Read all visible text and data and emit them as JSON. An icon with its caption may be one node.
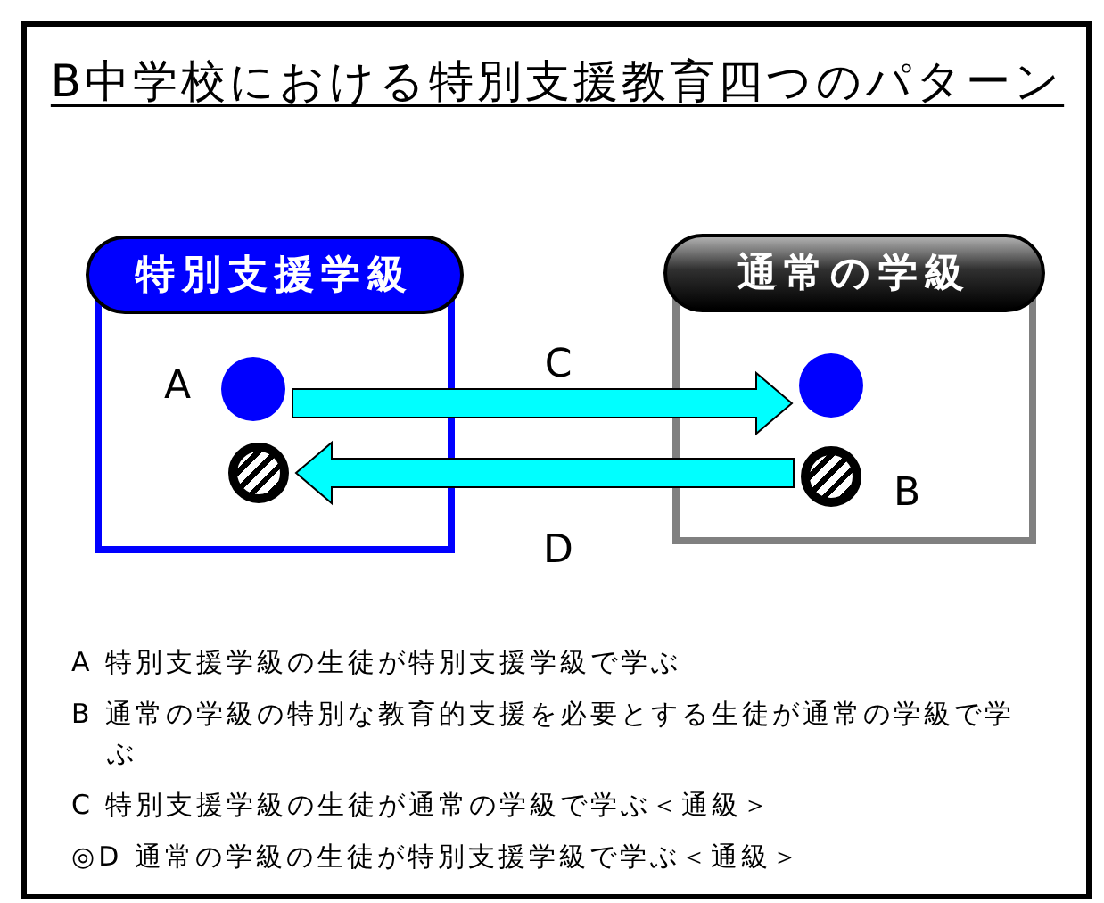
{
  "diagram": {
    "title": "B中学校における特別支援教育四つのパターン",
    "nodes": [
      {
        "text": [
          "特別支援学級"
        ]
      },
      {
        "text": [
          "通常の学級"
        ]
      },
      {
        "text": [],
        "shape": "circle",
        "in": 0,
        "beside": [
          "A"
        ]
      },
      {
        "text": [],
        "shape": "circle",
        "in": 0
      },
      {
        "text": [],
        "shape": "circle",
        "in": 1
      },
      {
        "text": [],
        "shape": "circle",
        "in": 1,
        "beside": [
          "B"
        ]
      }
    ],
    "edges": [
      {
        "from": 2,
        "to": 4,
        "arrow": "to",
        "label": "C"
      },
      {
        "from": 5,
        "to": 3,
        "arrow": "to",
        "label": "D"
      }
    ],
    "labels": [
      "A 特別支援学級の生徒が特別支援学級で学ぶ",
      "B 通常の学級の特別な教育的支援を必要とする生徒が通常の学級で学ぶ",
      "C 特別支援学級の生徒が通常の学級で学ぶ＜通級＞",
      "◎D 通常の学級の生徒が特別支援学級で学ぶ＜通級＞"
    ]
  }
}
